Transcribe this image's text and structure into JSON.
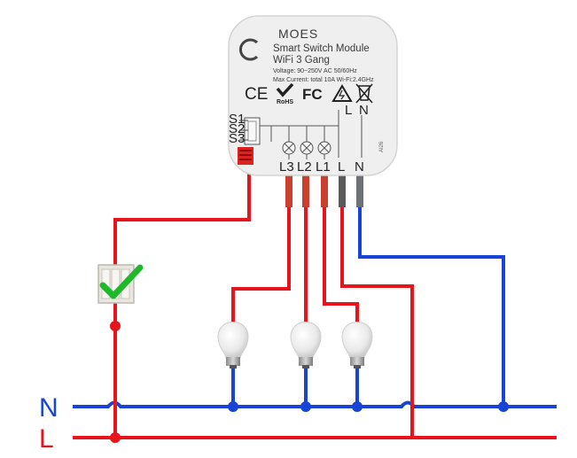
{
  "module": {
    "brand": "MOES",
    "title_line1": "Smart Switch Module",
    "title_line2": "WiFi 3 Gang",
    "spec_voltage": "Voltage: 90~250V AC 50/60Hz",
    "spec_current": "Max Current: total 10A Wi-Fi:2.4GHz",
    "cert_ce": "CE",
    "cert_rohs": "RoHS",
    "cert_fc": "FC",
    "model_code": "AI26",
    "switch_inputs": [
      "S1",
      "S2",
      "S3"
    ],
    "top_terminals": [
      "L",
      "N"
    ],
    "bottom_terminals": [
      "L3",
      "L2",
      "L1",
      "L",
      "N"
    ]
  },
  "bus_labels": {
    "neutral": "N",
    "live": "L"
  },
  "colors": {
    "live_wire": "#e8141b",
    "neutral_wire": "#1744d6",
    "module_body": "#efefef",
    "check_mark": "#1fb82a"
  },
  "icons": [
    "moes-logo-icon",
    "ce-mark-icon",
    "rohs-check-icon",
    "fcc-mark-icon",
    "warning-icon",
    "weee-bin-icon",
    "three-way-switch-icon",
    "check-mark-icon",
    "bulb-icon"
  ]
}
